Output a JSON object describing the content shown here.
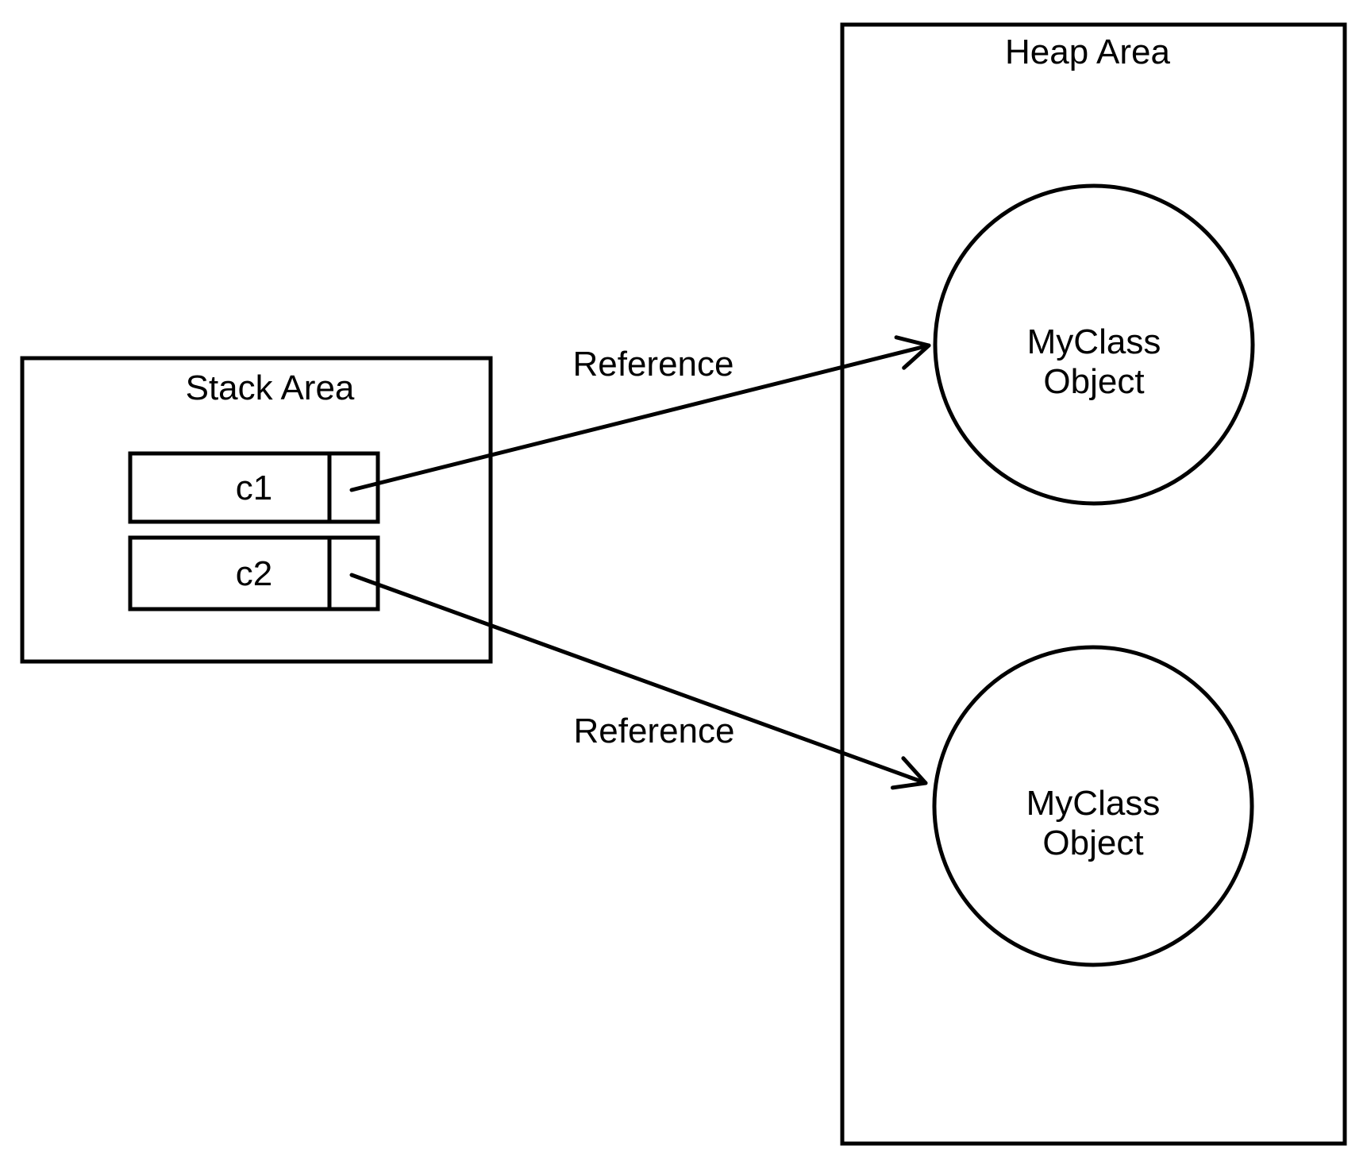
{
  "stack": {
    "title": "Stack Area",
    "variables": [
      {
        "label": "c1"
      },
      {
        "label": "c2"
      }
    ]
  },
  "heap": {
    "title": "Heap Area",
    "objects": [
      {
        "line1": "MyClass",
        "line2": "Object"
      },
      {
        "line1": "MyClass",
        "line2": "Object"
      }
    ]
  },
  "references": [
    {
      "label": "Reference"
    },
    {
      "label": "Reference"
    }
  ],
  "colors": {
    "stroke": "#000000",
    "background": "#ffffff"
  }
}
